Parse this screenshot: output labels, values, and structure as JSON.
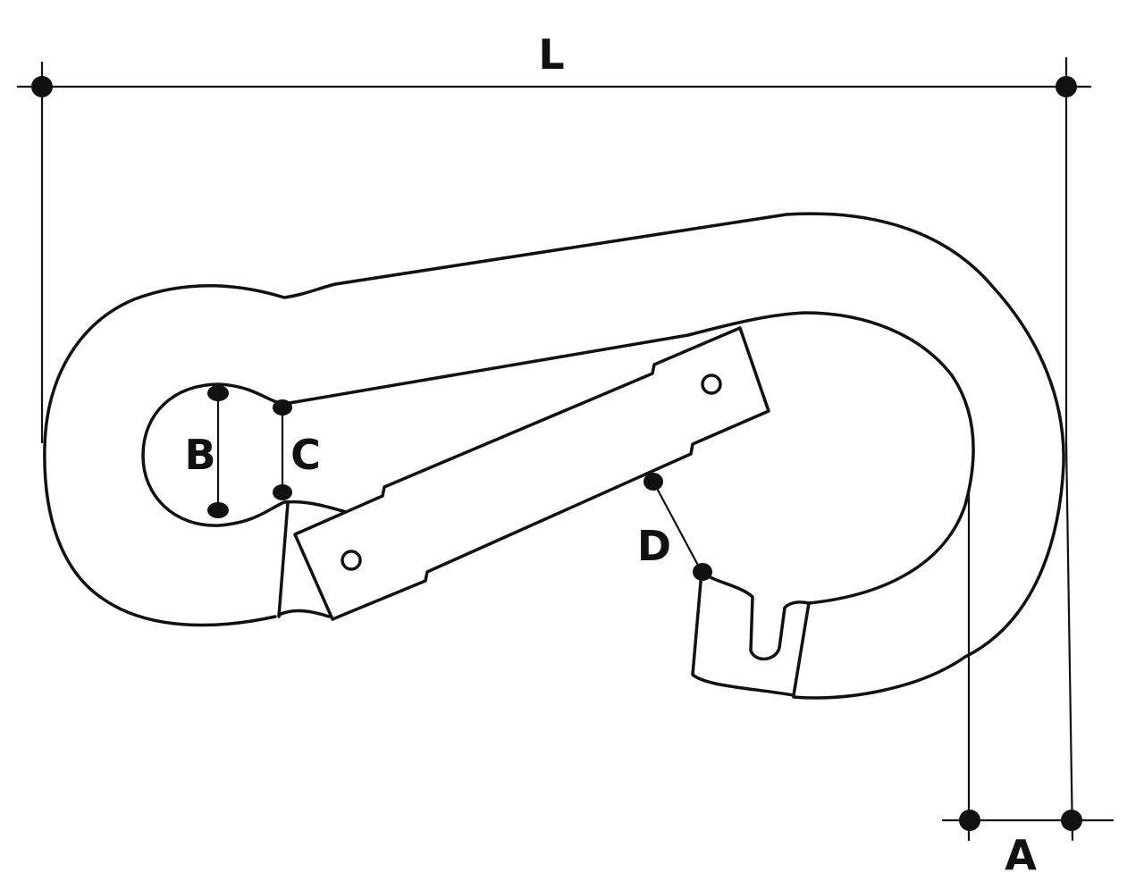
{
  "labels": {
    "length": "L",
    "eye_diameter": "B",
    "eye_width": "C",
    "gate_opening": "D",
    "hook_offset": "A"
  },
  "colors": {
    "ink": "#111111",
    "background": "#ffffff"
  }
}
